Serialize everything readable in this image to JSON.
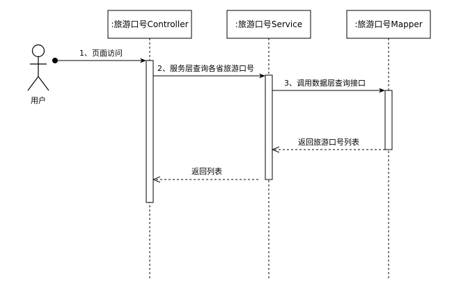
{
  "actor": {
    "label": "用户"
  },
  "participants": [
    {
      "id": "controller",
      "label": ":旅游口号Controller"
    },
    {
      "id": "service",
      "label": ":旅游口号Service"
    },
    {
      "id": "mapper",
      "label": ":旅游口号Mapper"
    }
  ],
  "messages": [
    {
      "id": "m1",
      "label": "1、页面访问",
      "from": "actor",
      "to": "controller",
      "style": "solid"
    },
    {
      "id": "m2",
      "label": "2、服务层查询各省旅游口号",
      "from": "controller",
      "to": "service",
      "style": "solid"
    },
    {
      "id": "m3",
      "label": "3、调用数据层查询接口",
      "from": "service",
      "to": "mapper",
      "style": "solid"
    },
    {
      "id": "r1",
      "label": "返回旅游口号列表",
      "from": "mapper",
      "to": "service",
      "style": "dashed"
    },
    {
      "id": "r2",
      "label": "返回列表",
      "from": "service",
      "to": "controller",
      "style": "dashed"
    }
  ],
  "colors": {
    "line": "#000000",
    "box_fill": "#ffffff",
    "text": "#000000"
  }
}
